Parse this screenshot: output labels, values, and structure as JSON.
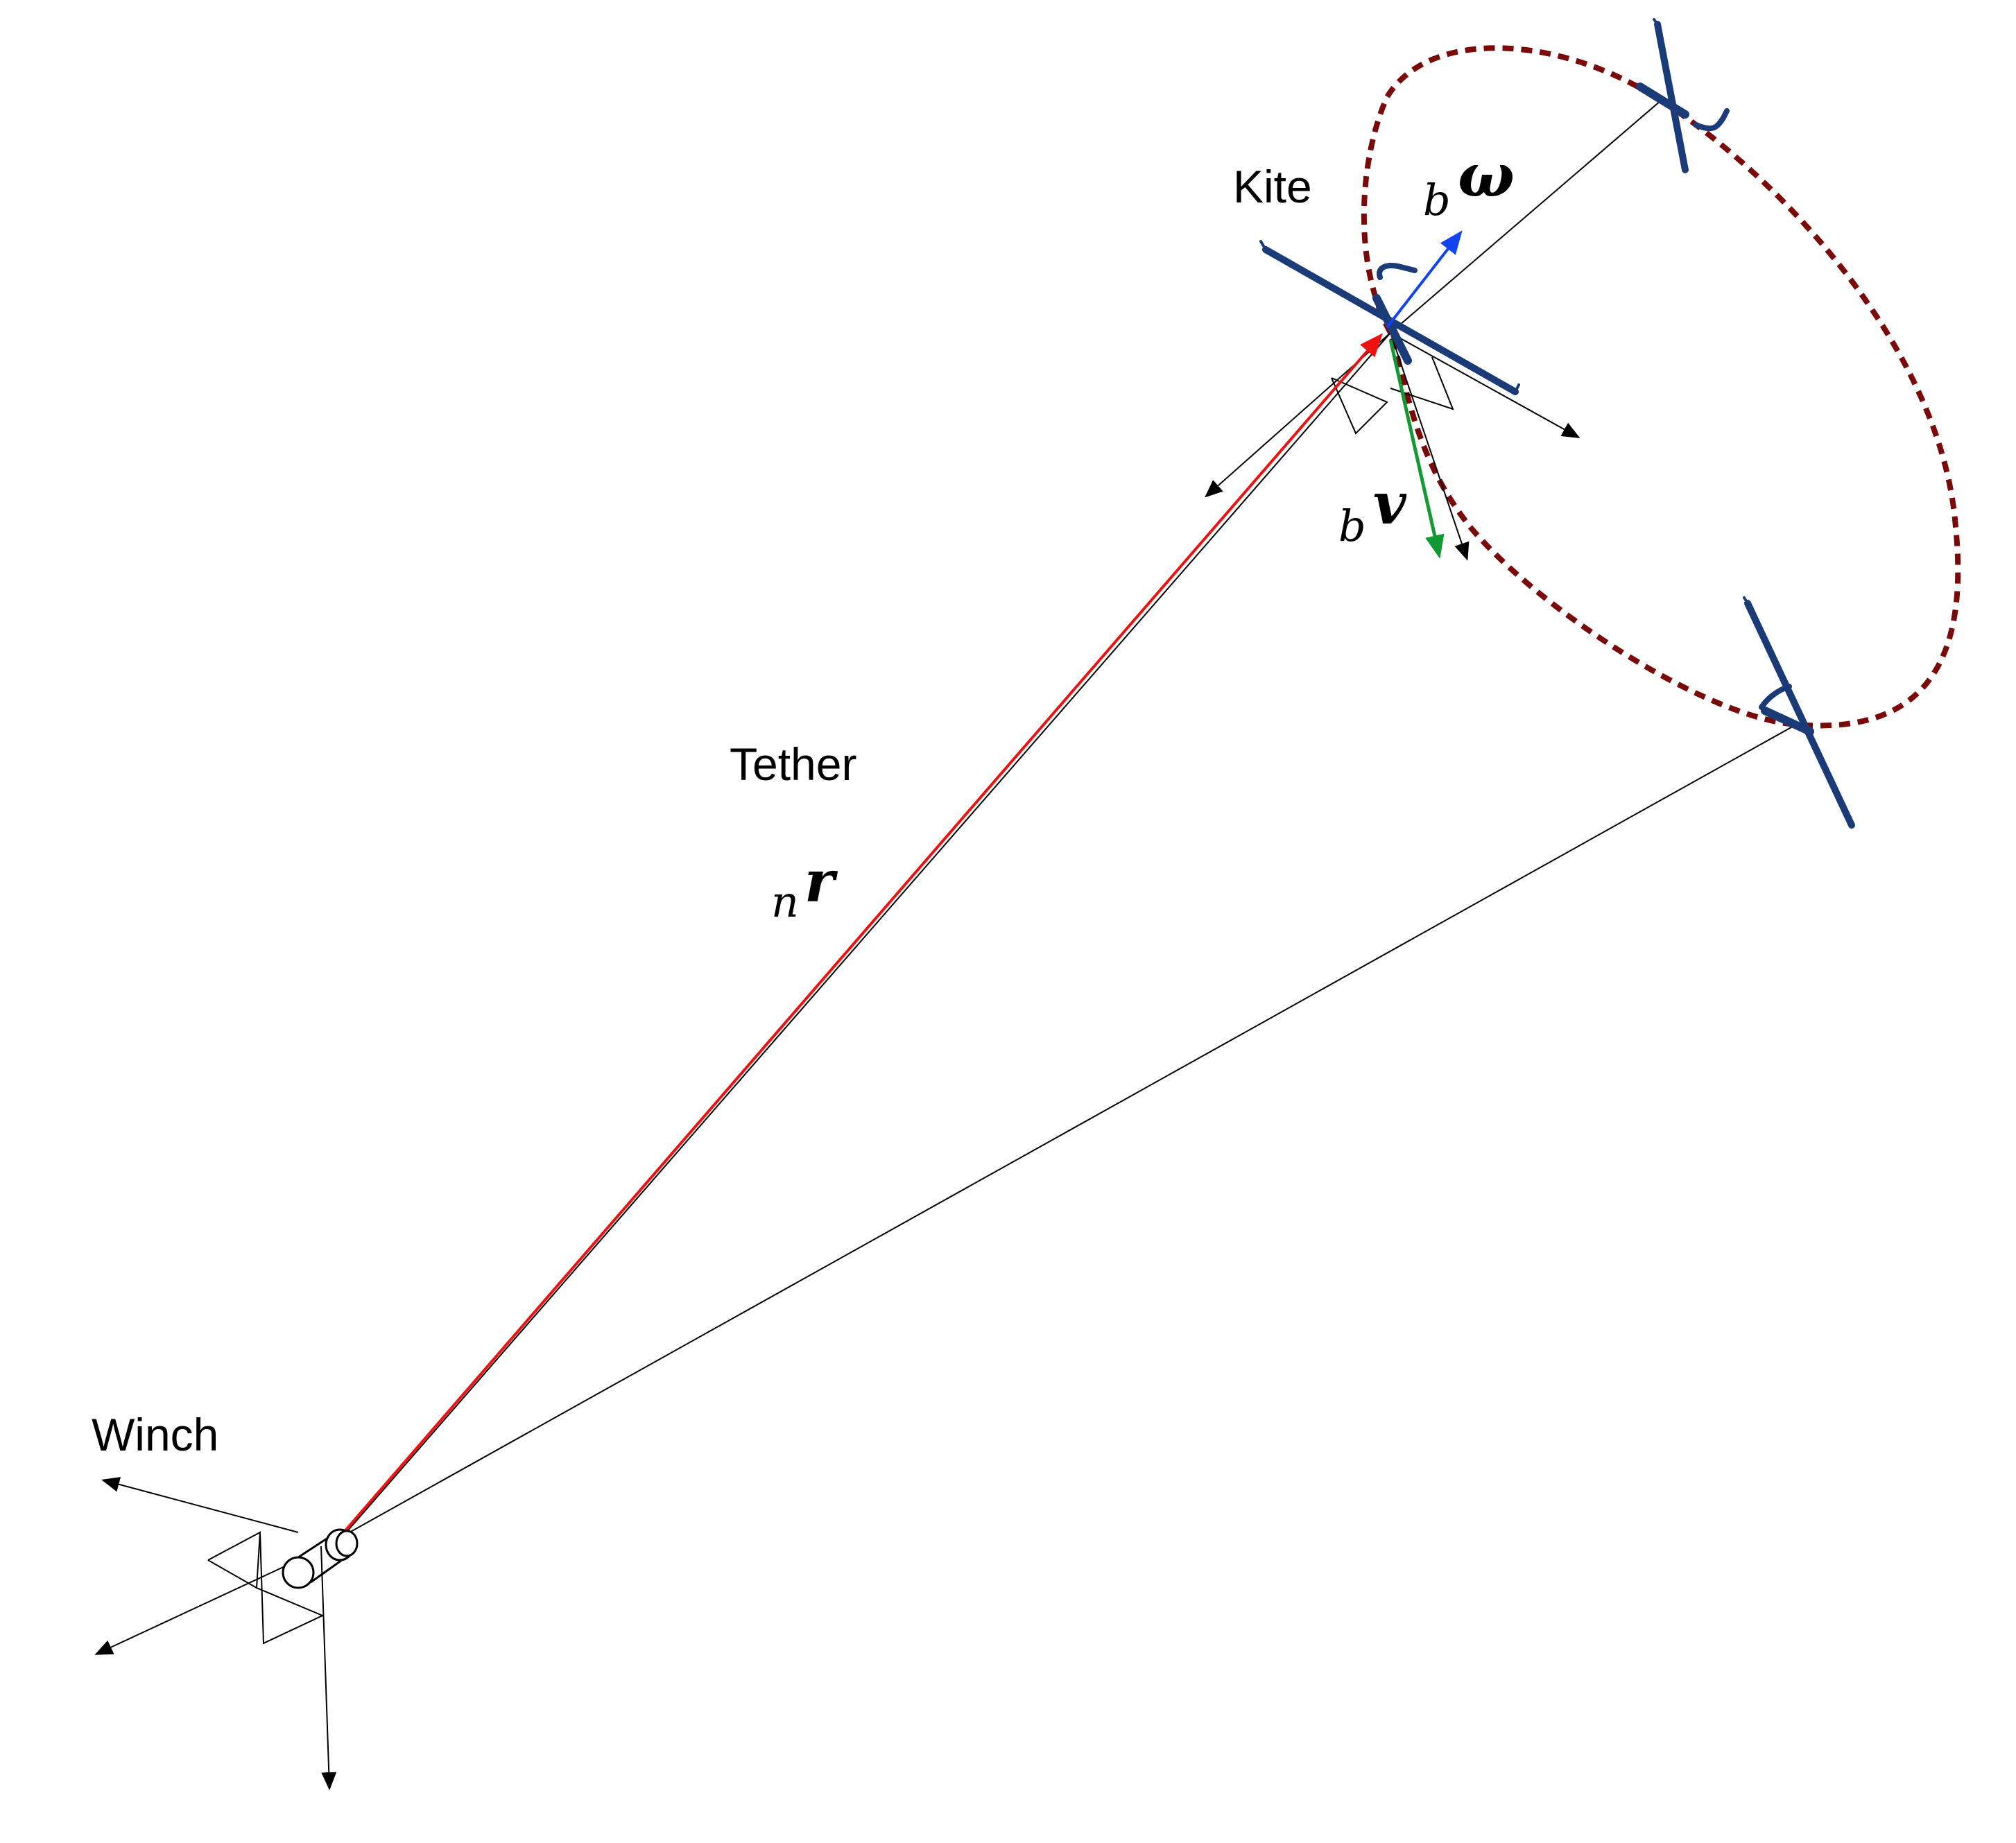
{
  "labels": {
    "kite": "Kite",
    "tether": "Tether",
    "winch": "Winch"
  },
  "vectors": {
    "position": {
      "subscript": "n",
      "symbol": "r",
      "color": "#ee1111"
    },
    "angular_velocity": {
      "subscript": "b",
      "symbol": "ω",
      "color": "#1144ee"
    },
    "velocity": {
      "subscript": "b",
      "symbol": "v",
      "color": "#119933"
    }
  },
  "colors": {
    "trajectory": "#7a0a0a",
    "kite_body": "#1b3a78",
    "frame_axes": "#000000"
  }
}
